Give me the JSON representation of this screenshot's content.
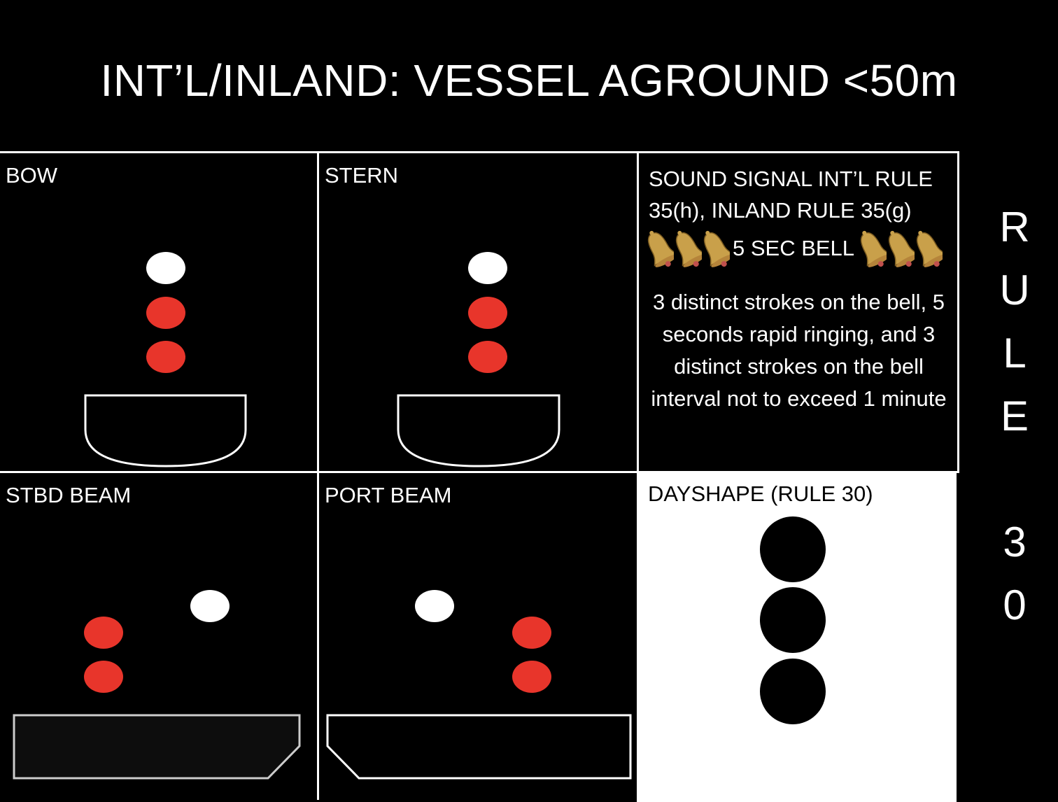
{
  "title": "INT’L/INLAND: VESSEL AGROUND <50m",
  "panels": {
    "bow": {
      "label": "BOW"
    },
    "stern": {
      "label": "STERN"
    },
    "sound": {
      "heading": "SOUND SIGNAL INT’L RULE 35(h), INLAND RULE 35(g)",
      "bell_text": "5 SEC BELL",
      "description": "3 distinct strokes on the bell, 5 seconds rapid ringing, and 3 distinct strokes on the bell interval not to exceed 1 minute"
    },
    "stbd_beam": {
      "label": "STBD BEAM"
    },
    "port_beam": {
      "label": "PORT BEAM"
    },
    "dayshape": {
      "label": "DAYSHAPE (RULE 30)"
    }
  },
  "side_rule": {
    "letters": [
      "R",
      "U",
      "L",
      "E",
      "",
      "3",
      "0"
    ]
  },
  "colors": {
    "background": "#000000",
    "white_light": "#ffffff",
    "red_light": "#e8352b",
    "dayshape_ball": "#000000",
    "bell_gold": "#c9a04a"
  },
  "icons": [
    "bell-icon",
    "ball-dayshape",
    "hull-outline"
  ]
}
